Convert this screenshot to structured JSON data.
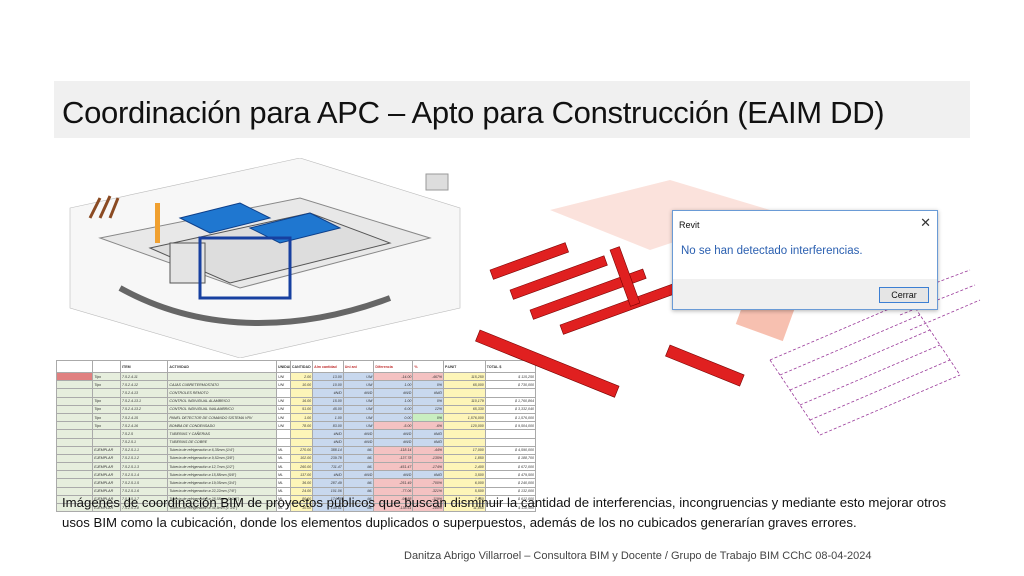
{
  "slide": {
    "title": "Coordinación para APC – Apto para Construcción (EAIM DD)",
    "caption": "Imágenes de coordinación BIM de proyectos públicos que buscan disminuir la cantidad de interferencias, incongruencias y mediante esto mejorar otros usos BIM como la cubicación, donde los elementos duplicados o superpuestos, además de los no cubicados generarían graves errores.",
    "footer": "Danitza Abrigo Villarroel – Consultora BIM y Docente / Grupo de Trabajo BIM CChC 08-04-2024"
  },
  "dialog": {
    "title": "Revit",
    "message": "No se han detectado interferencias.",
    "button": "Cerrar",
    "close_icon": "close-icon",
    "accent": "#2a5fb0"
  },
  "table": {
    "headers": [
      "",
      "",
      "ITEM",
      "ACTIVIDAD",
      "UNIDAD",
      "CANTIDAD",
      "Alm cantidad",
      "Uni ani",
      "Diferencia",
      "%",
      "P.UNIT",
      "TOTAL $"
    ],
    "rows": [
      [
        "",
        "Tipo",
        "7.5.2.4.11",
        "",
        "UNI",
        "2.00",
        "13.00",
        "UNI",
        "-14.00",
        "-467%",
        "115,250",
        "$ 115,250"
      ],
      [
        "",
        "Tipo",
        "7.5.2.4.12",
        "CAJAS CUBRETERMOSTATO",
        "UNI",
        "10.00",
        "10.00",
        "UNI",
        "1.00",
        "0%",
        "65,000",
        "$ 730,000"
      ],
      [
        "",
        "",
        "7.5.2.4.13",
        "CONTROLES REMOTO",
        "",
        "",
        "#N/D",
        "#N/D",
        "#N/D",
        "#N/D",
        "",
        ""
      ],
      [
        "",
        "Tipo",
        "7.5.2.4.13.1",
        "CONTROL INDIVIDUAL ALAMBRICO",
        "UNI",
        "16.00",
        "15.00",
        "UNI",
        "1.00",
        "0%",
        "110,179",
        "$ 1,760,864"
      ],
      [
        "",
        "Tipo",
        "7.5.2.4.13.2",
        "CONTROL INDIVIDUAL INALAMBRICO",
        "UNI",
        "51.00",
        "45.00",
        "UNI",
        "6.00",
        "12%",
        "65,330",
        "$ 3,332,040"
      ],
      [
        "",
        "Tipo",
        "7.5.2.4.15",
        "PANEL DETECTOR DE COMANDO SISTEMA VRV",
        "UNI",
        "1.00",
        "1.00",
        "UNI",
        "0.00",
        "0%",
        "1,576,000",
        "$ 1,576,000"
      ],
      [
        "",
        "Tipo",
        "7.5.2.4.16",
        "BOMBA DE CONDENSADO",
        "UNI",
        "78.00",
        "83.00",
        "UNI",
        "-5.00",
        "-6%",
        "120,000",
        "$ 9,504,000"
      ],
      [
        "",
        "",
        "7.5.2.5",
        "TUBERIAS Y CAÑERIAS",
        "",
        "",
        "#N/D",
        "#N/D",
        "#N/D",
        "#N/D",
        "",
        ""
      ],
      [
        "",
        "",
        "7.5.2.5.1",
        "TUBERIAS DE COBRE",
        "",
        "",
        "#N/D",
        "#N/D",
        "#N/D",
        "#N/D",
        "",
        ""
      ],
      [
        "",
        "EJEMPLAR",
        "7.5.2.5.1.1",
        "Tubería de refrigeración ø 6,35mm (1/4\")",
        "ML",
        "270.00",
        "388.14",
        "ML",
        "-118.14",
        "-44%",
        "17,000",
        "$ 4,590,000"
      ],
      [
        "",
        "EJEMPLAR",
        "7.5.2.5.1.2",
        "Tubería de refrigeración ø 9,52mm (3/8\")",
        "ML",
        "102.00",
        "239.78",
        "ML",
        "-137.78",
        "-135%",
        "1,850",
        "$ 188,700"
      ],
      [
        "",
        "EJEMPLAR",
        "7.5.2.5.1.3",
        "Tubería de refrigeración ø 12,7mm (1/2\")",
        "ML",
        "260.00",
        "711.47",
        "ML",
        "-451.47",
        "-174%",
        "2,400",
        "$ 672,000"
      ],
      [
        "",
        "EJEMPLAR",
        "7.5.2.5.1.4",
        "Tubería de refrigeración ø 15,88mm (5/8\")",
        "ML",
        "137.00",
        "#N/D",
        "#N/D",
        "#N/D",
        "#N/D",
        "3,500",
        "$ 479,500"
      ],
      [
        "",
        "EJEMPLAR",
        "7.5.2.5.1.5",
        "Tubería de refrigeración ø 19,05mm (3/4\")",
        "ML",
        "36.00",
        "287.49",
        "ML",
        "-251.49",
        "-700%",
        "6,000",
        "$ 240,000"
      ],
      [
        "",
        "EJEMPLAR",
        "7.5.2.5.1.6",
        "Tubería de refrigeración ø 22,22mm (7/8\")",
        "ML",
        "24.00",
        "101.06",
        "ML",
        "-77.06",
        "-321%",
        "5,500",
        "$ 132,000"
      ],
      [
        "",
        "EJEMPLAR",
        "7.5.2.5.1.7",
        "Tubería de refrigeración ø 28,58mm (1 1/8\")",
        "ML",
        "80.00",
        "174.88",
        "ML",
        "-94.88",
        "-119%",
        "7,650",
        "$ 612,000"
      ],
      [
        "",
        "EJEMPLAR",
        "7.5.2.5.1.8",
        "Tubería de refrigeración ø 34,9mm (1 3/8\")",
        "ML",
        "10.00",
        "148.51",
        "ML",
        "-138.51",
        "-180%",
        "11,850",
        "$ 118,500"
      ]
    ]
  }
}
